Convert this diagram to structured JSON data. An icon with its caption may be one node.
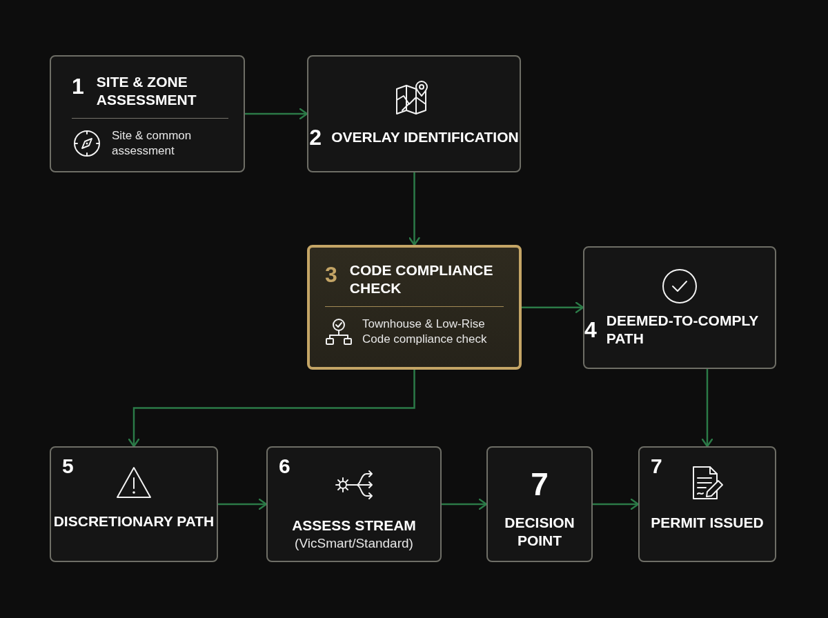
{
  "diagram": {
    "nodes": [
      {
        "text": [
          "1",
          "SITE & ZONE ASSESSMENT",
          "Site & common assessment"
        ]
      },
      {
        "text": [
          "2",
          "OVERLAY IDENTIFICATION"
        ]
      },
      {
        "text": [
          "3",
          "CODE COMPLIANCE CHECK",
          "Townhouse & Low-Rise Code compliance check"
        ]
      },
      {
        "text": [
          "4",
          "DEEMED-TO-COMPLY PATH"
        ]
      },
      {
        "text": [
          "5",
          "DISCRETIONARY PATH"
        ]
      },
      {
        "text": [
          "6",
          "ASSESS STREAM",
          "(VicSmart/Standard)"
        ]
      },
      {
        "text": [
          "7",
          "DECISION POINT"
        ]
      },
      {
        "text": [
          "7",
          "PERMIT ISSUED"
        ]
      }
    ],
    "edges": [
      {
        "from": 0,
        "to": 1,
        "arrow": "to"
      },
      {
        "from": 1,
        "to": 2,
        "arrow": "to"
      },
      {
        "from": 2,
        "to": 3,
        "arrow": "to"
      },
      {
        "from": 2,
        "to": 4,
        "arrow": "to"
      },
      {
        "from": 3,
        "to": 7,
        "arrow": "to"
      },
      {
        "from": 4,
        "to": 5,
        "arrow": "to"
      },
      {
        "from": 5,
        "to": 6,
        "arrow": "to"
      },
      {
        "from": 6,
        "to": 7,
        "arrow": "to"
      }
    ]
  }
}
